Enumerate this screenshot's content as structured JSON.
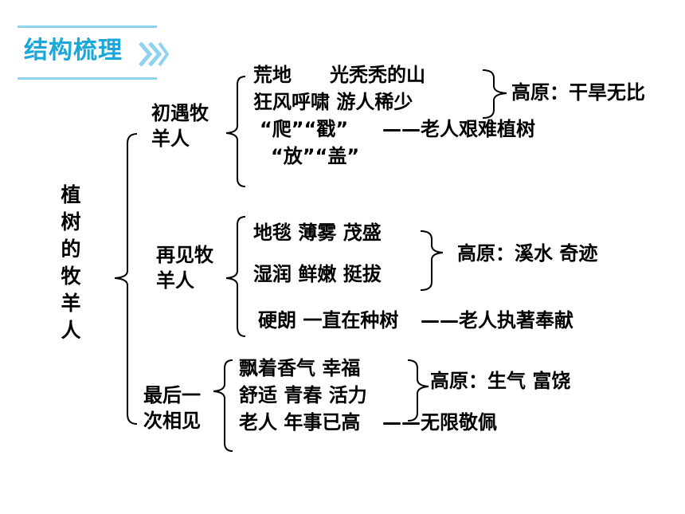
{
  "header": {
    "title": "结构梳理"
  },
  "root": {
    "label": "植树的牧羊人"
  },
  "sections": [
    {
      "label_l1": "初遇牧",
      "label_l2": "羊人",
      "lines": [
        "荒地　　光秃秃的山",
        "狂风呼啸 游人稀少",
        "“爬”“戳”",
        "“放”“盖”"
      ],
      "summary": "高原：干旱无比",
      "conclusion": "——老人艰难植树"
    },
    {
      "label_l1": "再见牧",
      "label_l2": "羊人",
      "lines": [
        "地毯 薄雾 茂盛",
        "湿润 鲜嫩 挺拔",
        "硬朗 一直在种树"
      ],
      "summary": "高原：溪水 奇迹",
      "conclusion": "——老人执著奉献"
    },
    {
      "label_l1": "最后一",
      "label_l2": "次相见",
      "lines": [
        "飘着香气 幸福",
        "舒适 青春 活力",
        "老人 年事已高"
      ],
      "summary": "高原：生气 富饶",
      "conclusion": "——无限敬佩"
    }
  ],
  "colors": {
    "accent": "#1aa7d9",
    "accent_light": "#8fd3ee"
  },
  "icons": {
    "title_decoration": "double-chevron-icon"
  }
}
